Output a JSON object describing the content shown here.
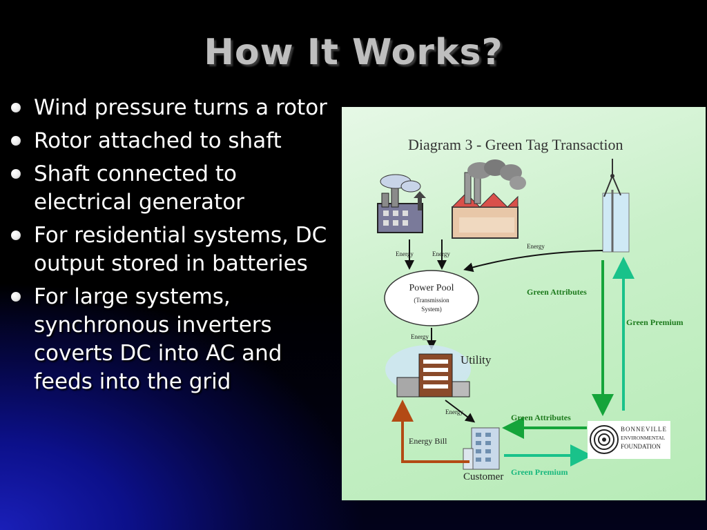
{
  "slide": {
    "title": "How It Works?",
    "bullets": [
      "Wind pressure turns a rotor",
      "Rotor attached to shaft",
      "Shaft connected to electrical generator",
      "For residential systems, DC output stored in batteries",
      "For large systems, synchronous inverters coverts DC into AC and feeds into the grid"
    ]
  },
  "diagram": {
    "title": "Diagram 3 - Green Tag Transaction",
    "energy_label": "Energy",
    "power_pool": "Power Pool",
    "power_pool_sub1": "(Transmission",
    "power_pool_sub2": "System)",
    "utility": "Utility",
    "customer": "Customer",
    "energy_bill": "Energy Bill",
    "green_attributes": "Green Attributes",
    "green_premium": "Green Premium",
    "foundation_line1": "BONNEVILLE",
    "foundation_line2": "ENVIRONMENTAL",
    "foundation_line3": "FOUNDATION",
    "colors": {
      "green_arrow": "#15a43a",
      "teal_arrow": "#19c28a",
      "bill_arrow": "#b34a14",
      "label_green": "#1d7a1d"
    }
  }
}
